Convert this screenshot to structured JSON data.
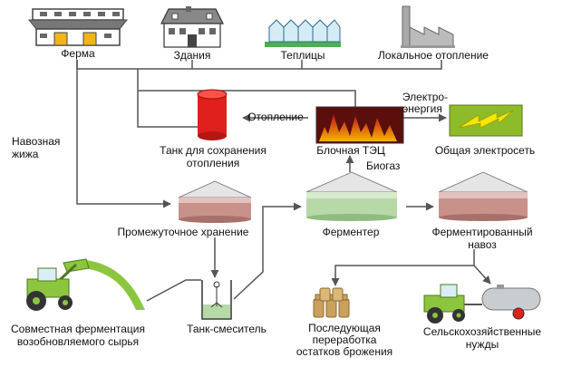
{
  "labels": {
    "farm": "Ферма",
    "buildings": "Здания",
    "greenhouses": "Теплицы",
    "local_heating": "Локальное отопление",
    "manure_liquid_1": "Навозная",
    "manure_liquid_2": "жижа",
    "heating": "Отопление",
    "electricity_1": "Электро-",
    "electricity_2": "энергия",
    "heat_tank_1": "Танк для сохранения",
    "heat_tank_2": "отопления",
    "chp": "Блочная ТЭЦ",
    "grid": "Общая электросеть",
    "biogas": "Биогаз",
    "interim_storage": "Промежуточное хранение",
    "fermenter": "Ферментер",
    "digestate_1": "Ферментированный",
    "digestate_2": "навоз",
    "cofermentation_1": "Совместная ферментация",
    "cofermentation_2": "возобновляемого сырья",
    "mixing_tank": "Танк-смеситель",
    "post_processing_1": "Последующая",
    "post_processing_2": "переработка",
    "post_processing_3": "остатков брожения",
    "agriculture_1": "Сельскохозяйственные",
    "agriculture_2": "нужды"
  },
  "colors": {
    "line": "#555555",
    "heat_tank": "#e0201c",
    "grid_panel": "#8dbb2a",
    "lightning": "#f6e600",
    "storage_band": "#c8918a",
    "fermenter_band": "#b7d9a7",
    "digestate_band": "#c8918a",
    "tractor": "#8cc63f",
    "slurry": "#8cc63f",
    "farm_door": "#f2b517"
  }
}
